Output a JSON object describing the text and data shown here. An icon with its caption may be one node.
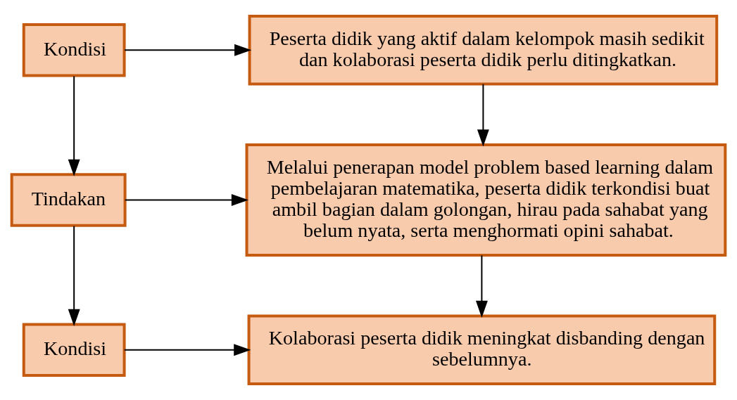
{
  "diagram": {
    "nodes": [
      {
        "text": [
          "Kondisi"
        ]
      },
      {
        "text": [
          "Peserta didik yang aktif dalam kelompok masih sedikit dan kolaborasi peserta didik perlu ditingkatkan."
        ]
      },
      {
        "text": [
          "Tindakan"
        ]
      },
      {
        "text": [
          "Melalui penerapan model problem based learning dalam pembelajaran matematika, peserta didik terkondisi buat ambil bagian dalam golongan, hirau pada sahabat yang belum nyata, serta menghormati opini sahabat."
        ]
      },
      {
        "text": [
          "Kondisi"
        ]
      },
      {
        "text": [
          "Kolaborasi peserta didik meningkat disbanding dengan sebelumnya."
        ]
      }
    ],
    "edges": [
      {
        "from": 0,
        "to": 1,
        "arrow": "to"
      },
      {
        "from": 1,
        "to": 3,
        "arrow": "to"
      },
      {
        "from": 0,
        "to": 2,
        "arrow": "to"
      },
      {
        "from": 2,
        "to": 3,
        "arrow": "to"
      },
      {
        "from": 3,
        "to": 5,
        "arrow": "to"
      },
      {
        "from": 2,
        "to": 4,
        "arrow": "to"
      },
      {
        "from": 4,
        "to": 5,
        "arrow": "to"
      }
    ]
  }
}
